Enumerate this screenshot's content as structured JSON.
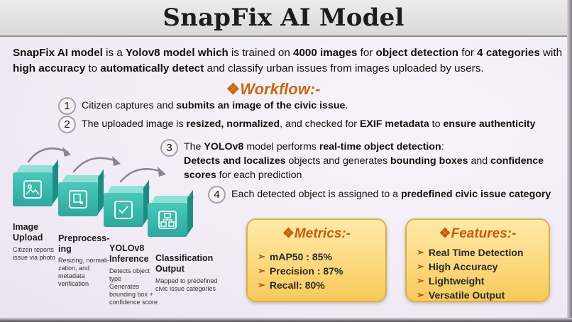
{
  "title": "SnapFix AI Model",
  "intro": {
    "p1": "SnapFix AI model",
    "p2": " is a ",
    "p3": "Yolov8 model which",
    "p4": " is trained on ",
    "p5": "4000 images",
    "p6": " for ",
    "p7": "object detection",
    "p8": " for ",
    "p9": "4 categories",
    "p10": " with ",
    "p11": "high accuracy",
    "p12": " to ",
    "p13": "automatically detect",
    "p14": " and classify urban issues from images uploaded by users."
  },
  "workflow": {
    "title": "Workflow:-",
    "title_icon": "four-diamond-icon",
    "steps": [
      {
        "num": "1",
        "a": "Citizen captures and ",
        "b": "submits an image of the civic issue",
        "c": "."
      },
      {
        "num": "2",
        "a": "The uploaded image is ",
        "b": "resized, normalized",
        "c": ", and checked for ",
        "d": "EXIF metadata",
        "e": " to ",
        "f": "ensure authenticity"
      },
      {
        "num": "3",
        "a": "The ",
        "b": "YOLOv8",
        "c": " model performs ",
        "d": "real-time object detection",
        "e": ":",
        "f": "Detects and localizes",
        "g": " objects and generates ",
        "h": "bounding boxes",
        "i": " and ",
        "j": "confidence scores",
        "k": " for each prediction"
      },
      {
        "num": "4",
        "a": "Each detected object is assigned to a ",
        "b": "predefined civic issue category"
      }
    ]
  },
  "pipeline": [
    {
      "label": "Image Upload",
      "desc": "Citizen reports issue via photo",
      "icon": "image-icon"
    },
    {
      "label": "Preprocess-ing",
      "desc": "Resizing, normali-zation, and metadata verification",
      "icon": "document-icon"
    },
    {
      "label": "YOLOv8 Inference",
      "desc": "Detects object type Generates bounding box + confidence score",
      "icon": "check-icon"
    },
    {
      "label": "Classification Output",
      "desc": "Mapped to predefined civic issue categories",
      "icon": "hierarchy-icon"
    }
  ],
  "pipeline_text": {
    "l1a": "Image",
    "l1b": "Upload",
    "d1a": "Citizen reports",
    "d1b": "issue via photo",
    "l2a": "Preprocess-",
    "l2b": "ing",
    "d2a": "Resizing, normali-",
    "d2b": "zation, and",
    "d2c": "metadata",
    "d2d": "verification",
    "l3a": "YOLOv8",
    "l3b": "Inference",
    "d3a": "Detects object",
    "d3b": "type",
    "d3c": "Generates",
    "d3d": "bounding box +",
    "d3e": "confidence score",
    "l4a": "Classification",
    "l4b": "Output",
    "d4a": "Mapped to predefined",
    "d4b": "civic issue categories"
  },
  "metrics": {
    "title": "Metrics:-",
    "items": [
      "mAP50 : 85%",
      "Precision : 87%",
      "Recall: 80%"
    ]
  },
  "features": {
    "title": "Features:-",
    "items": [
      "Real Time Detection",
      "High Accuracy",
      "Lightweight",
      "Versatile Output"
    ]
  },
  "colors": {
    "accent_orange": "#c56a12",
    "cube_teal": "#2ea89d",
    "panel_yellow": "#fbd77a"
  }
}
